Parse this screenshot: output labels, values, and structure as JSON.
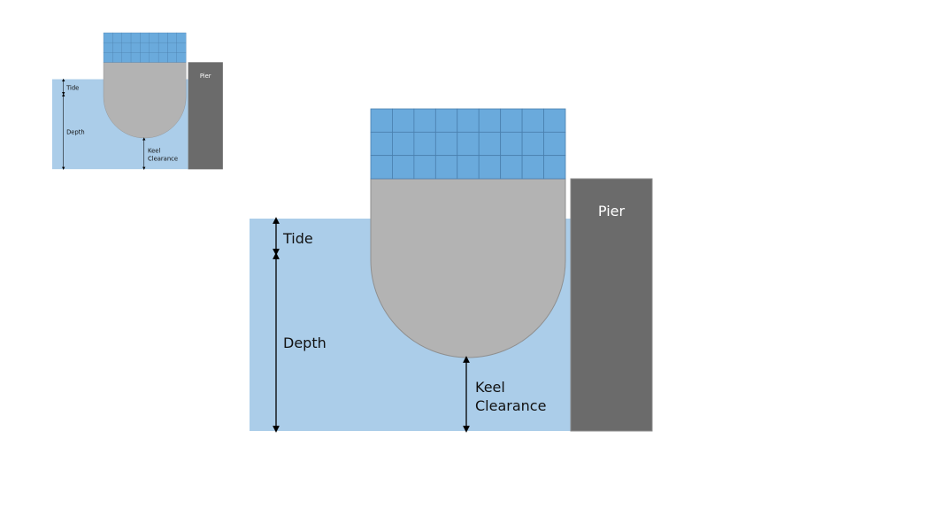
{
  "labels": {
    "tide": "Tide",
    "depth": "Depth",
    "keel_line1": "Keel",
    "keel_line2": "Clearance",
    "pier": "Pier"
  },
  "colors": {
    "water": "#abcde9",
    "hull": "#b3b3b3",
    "deck_grid": "#6aaadc",
    "pier": "#6b6b6b"
  },
  "deck_grid": {
    "rows": 3,
    "cols": 9
  }
}
